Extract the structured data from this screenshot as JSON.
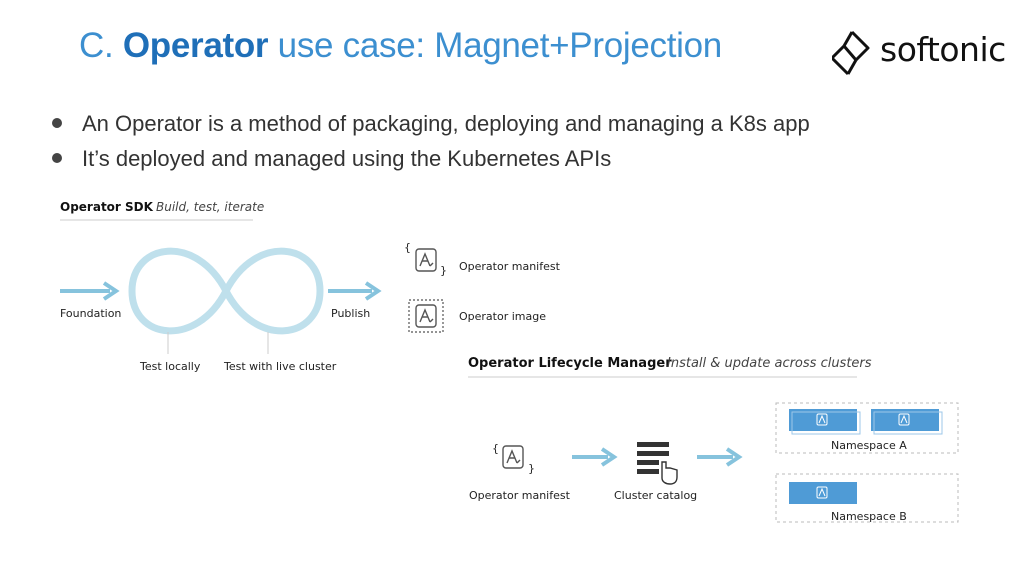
{
  "slide": {
    "title_prefix": "C. ",
    "title_bold": "Operator",
    "title_suffix": " use case: Magnet+Projection",
    "logo_text": "softonic",
    "bullets": [
      "An Operator is a method of packaging, deploying and managing a K8s app",
      "It’s deployed and managed using the Kubernetes APIs"
    ]
  },
  "sdk": {
    "heading": "Operator SDK",
    "subheading": "Build, test, iterate",
    "foundation": "Foundation",
    "publish": "Publish",
    "test_locally": "Test locally",
    "test_live": "Test with live cluster",
    "operator_manifest": "Operator manifest",
    "operator_image": "Operator image",
    "brace_open": "{",
    "brace_close": "}"
  },
  "olm": {
    "heading": "Operator Lifecycle Manager",
    "subheading": "Install & update across clusters",
    "operator_manifest": "Operator manifest",
    "cluster_catalog": "Cluster catalog",
    "namespace_a": "Namespace A",
    "namespace_b": "Namespace B"
  },
  "colors": {
    "title": "#3c8fd0",
    "title_bold": "#1f6fb8",
    "infinity": "#bfe0ec",
    "arrow": "#86c3dd",
    "namespace_box": "#4f9bd6",
    "dashed_border": "#bbbbbb"
  },
  "icons": [
    "softonic-logo-icon",
    "operator-file-icon",
    "catalog-list-icon",
    "hand-pointer-icon",
    "arrow-right-icon"
  ]
}
